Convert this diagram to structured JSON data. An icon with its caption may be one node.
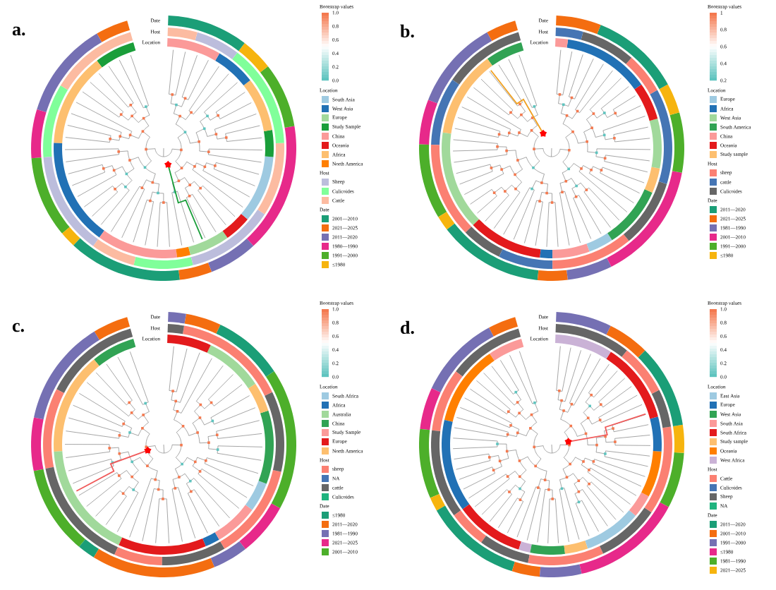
{
  "diagram": {
    "labels": [
      "a.",
      "Date",
      "Host",
      "Location",
      "Bootstrap values",
      "1.0",
      "0.8",
      "0.6",
      "0.4",
      "0.2",
      "0.0",
      "Location",
      "Host",
      "Date",
      "b.",
      "Date",
      "Host",
      "Location",
      "Bootstrap values",
      "1",
      "0.8",
      "0.6",
      "0.4",
      "0.2",
      "Location",
      "Host",
      "Date",
      "c.",
      "Date",
      "Host",
      "Location",
      "Bootstrap values",
      "1.0",
      "0.8",
      "0.6",
      "0.4",
      "0.2",
      "0.0",
      "Location",
      "Host",
      "Date",
      "d.",
      "Date",
      "Host",
      "Location",
      "Bootstrap values",
      "1.0",
      "0.8",
      "0.6",
      "0.4",
      "0.2",
      "0.0",
      "Location",
      "Host",
      "Date"
    ],
    "legend": [
      {
        "text": "South Asia",
        "color": "#9ecae1"
      },
      {
        "text": "West Asia",
        "color": "#2171b5"
      },
      {
        "text": "Europe",
        "color": "#a1d99b"
      },
      {
        "text": "Study Sample",
        "color": "#1a9e3a"
      },
      {
        "text": "China",
        "color": "#fb9a99"
      },
      {
        "text": "Oceania",
        "color": "#e31a1c"
      },
      {
        "text": "Africa",
        "color": "#fdbf6f"
      },
      {
        "text": "North America",
        "color": "#ff7f00"
      },
      {
        "text": "Sheep",
        "color": "#bcbddc"
      },
      {
        "text": "Culicoides",
        "color": "#80ff9a"
      },
      {
        "text": "Cattle",
        "color": "#fcbba1"
      },
      {
        "text": "2001—2010",
        "color": "#1b9e77"
      },
      {
        "text": "2021—2025",
        "color": "#f46d10"
      },
      {
        "text": "2011—2020",
        "color": "#7570b3"
      },
      {
        "text": "1980—1990",
        "color": "#e7298a"
      },
      {
        "text": "1991—2000",
        "color": "#4daf2a"
      },
      {
        "text": "≤1980",
        "color": "#f6b40e"
      },
      {
        "text": "Europe",
        "color": "#9ecae1"
      },
      {
        "text": "Africa",
        "color": "#2171b5"
      },
      {
        "text": "West Asia",
        "color": "#a1d99b"
      },
      {
        "text": "South America",
        "color": "#31a354"
      },
      {
        "text": "China",
        "color": "#fb9a99"
      },
      {
        "text": "Oceania",
        "color": "#e31a1c"
      },
      {
        "text": "Study sample",
        "color": "#fdbf6f"
      },
      {
        "text": "sheep",
        "color": "#fb8072"
      },
      {
        "text": "cattle",
        "color": "#4575b4"
      },
      {
        "text": "Culicoides",
        "color": "#666666"
      },
      {
        "text": "2011—2020",
        "color": "#1b9e77"
      },
      {
        "text": "2021—2025",
        "color": "#f46d10"
      },
      {
        "text": "1981—1990",
        "color": "#7570b3"
      },
      {
        "text": "2001—2010",
        "color": "#e7298a"
      },
      {
        "text": "1991—2000",
        "color": "#4daf2a"
      },
      {
        "text": "≤1980",
        "color": "#f6b40e"
      },
      {
        "text": "South Africa",
        "color": "#9ecae1"
      },
      {
        "text": "Africa",
        "color": "#2171b5"
      },
      {
        "text": "Australia",
        "color": "#a1d99b"
      },
      {
        "text": "China",
        "color": "#31a354"
      },
      {
        "text": "Study Sample",
        "color": "#fb9a99"
      },
      {
        "text": "Europe",
        "color": "#e31a1c"
      },
      {
        "text": "North America",
        "color": "#fdbf6f"
      },
      {
        "text": "sheep",
        "color": "#fb8072"
      },
      {
        "text": "NA",
        "color": "#4575b4"
      },
      {
        "text": "cattle",
        "color": "#666666"
      },
      {
        "text": "Culicoides",
        "color": "#1fb37e"
      },
      {
        "text": "≤1980",
        "color": "#1b9e77"
      },
      {
        "text": "2011—2020",
        "color": "#f46d10"
      },
      {
        "text": "1981—1990",
        "color": "#7570b3"
      },
      {
        "text": "2021—2025",
        "color": "#e7298a"
      },
      {
        "text": "2001—2010",
        "color": "#4daf2a"
      },
      {
        "text": "East Asia",
        "color": "#9ecae1"
      },
      {
        "text": "Europe",
        "color": "#2171b5"
      },
      {
        "text": "West Asia",
        "color": "#31a354"
      },
      {
        "text": "South Asia",
        "color": "#fb9a99"
      },
      {
        "text": "South Africa",
        "color": "#e31a1c"
      },
      {
        "text": "Study sample",
        "color": "#fdbf6f"
      },
      {
        "text": "Oceania",
        "color": "#ff7f00"
      },
      {
        "text": "West Africa",
        "color": "#cab2d6"
      },
      {
        "text": "Cattle",
        "color": "#fb8072"
      },
      {
        "text": "Culicoides",
        "color": "#4575b4"
      },
      {
        "text": "Sheep",
        "color": "#666666"
      },
      {
        "text": "NA",
        "color": "#1fb37e"
      },
      {
        "text": "2011—2020",
        "color": "#1b9e77"
      },
      {
        "text": "2001—2010",
        "color": "#f46d10"
      },
      {
        "text": "1991—2000",
        "color": "#7570b3"
      },
      {
        "text": "≤1980",
        "color": "#e7298a"
      },
      {
        "text": "1981—1990",
        "color": "#4daf2a"
      },
      {
        "text": "2021—2025",
        "color": "#f6b40e"
      }
    ]
  }
}
